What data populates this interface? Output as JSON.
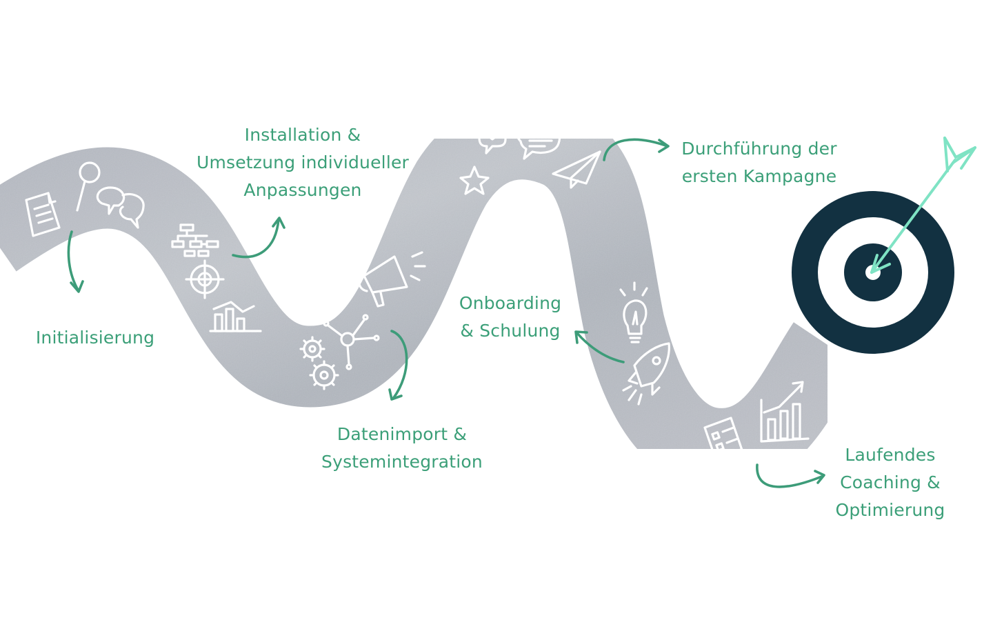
{
  "labels": {
    "initialisierung": [
      "Initialisierung"
    ],
    "installation": [
      "Installation &",
      "Umsetzung individueller",
      "Anpassungen"
    ],
    "datenimport": [
      "Datenimport &",
      "Systemintegration"
    ],
    "onboarding": [
      "Onboarding",
      "& Schulung"
    ],
    "durchfuehrung": [
      "Durchführung der",
      "ersten Kampagne"
    ],
    "laufendes": [
      "Laufendes",
      "Coaching &",
      "Optimierung"
    ]
  },
  "icons": [
    "document-icon",
    "magnifier-icon",
    "chat-bubbles-icon",
    "flowchart-icon",
    "target-crosshair-icon",
    "bar-chart-icon",
    "gears-icon",
    "network-icon",
    "megaphone-icon",
    "star-icon",
    "heart-bubble-icon",
    "text-bubble-icon",
    "paper-plane-icon",
    "lightbulb-icon",
    "rocket-icon",
    "checklist-icon",
    "growth-chart-icon",
    "target-icon",
    "arrow-icon"
  ],
  "colors": {
    "road": "#b9bdc5",
    "label_green": "#3b9f78",
    "arrow_green": "#3d9c79",
    "target_navy": "#123141",
    "dart_mint": "#7fe3c4"
  }
}
